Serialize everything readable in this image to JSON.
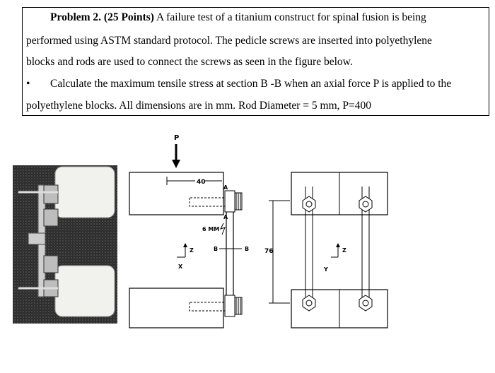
{
  "problem": {
    "heading": "Problem 2. (25 Points)",
    "line1_rest": " A failure test of a titanium construct for spinal fusion is being",
    "line2": "performed using ASTM standard protocol. The pedicle screws are inserted into polyethylene",
    "line3": "blocks and rods are used to connect the screws as seen in the figure below.",
    "bullet": "•",
    "line4": "Calculate the maximum tensile stress at section B  -B when an axial force P is applied to the",
    "line5": "polyethylene blocks. All dimensions are in mm. Rod Diameter = 5 mm, P=400"
  },
  "figure": {
    "load_label": "P",
    "dim_40": "40",
    "label_A_top": "A",
    "label_A_bottom": "A",
    "dim_6mm": "6 MM",
    "section_B_left": "B",
    "section_B_right": "B",
    "dim_76": "76",
    "axis_z_left": "Z",
    "axis_x": "X",
    "axis_z_right": "Z",
    "axis_y": "Y"
  }
}
